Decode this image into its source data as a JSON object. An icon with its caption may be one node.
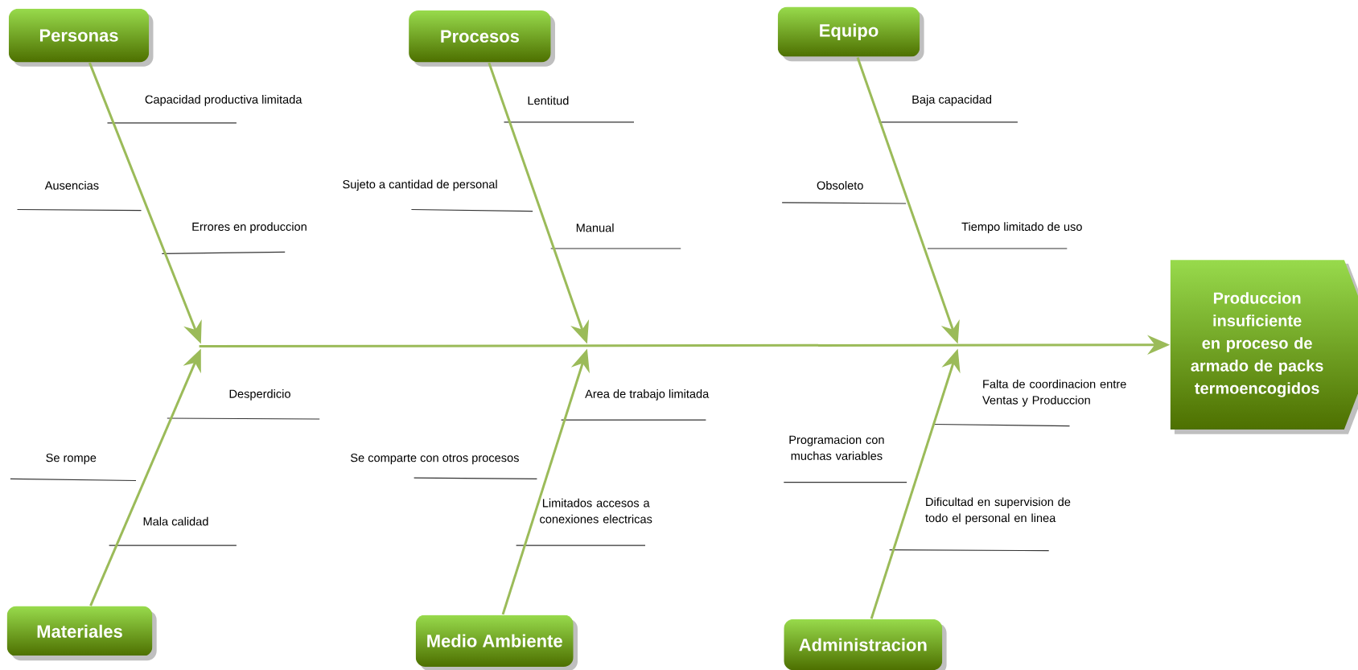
{
  "diagram": {
    "nodes": [
      {
        "text": [
          "Personas"
        ]
      },
      {
        "text": [
          "Procesos"
        ]
      },
      {
        "text": [
          "Equipo"
        ]
      },
      {
        "text": [
          "Materiales"
        ]
      },
      {
        "text": [
          "Medio Ambiente"
        ]
      },
      {
        "text": [
          "Administracion"
        ]
      },
      {
        "text": [
          "Produccion insuficiente en proceso de armado de packs termoencogidos"
        ]
      }
    ],
    "edges": [
      {
        "from": 0,
        "to": null,
        "arrow": "to"
      },
      {
        "from": 1,
        "to": null,
        "arrow": "to"
      },
      {
        "from": 2,
        "to": null,
        "arrow": "to"
      },
      {
        "from": 3,
        "to": null,
        "arrow": "to"
      },
      {
        "from": 4,
        "to": null,
        "arrow": "to"
      },
      {
        "from": 5,
        "to": null,
        "arrow": "to"
      },
      {
        "from": null,
        "to": 6,
        "arrow": "to"
      }
    ],
    "labels": [
      "Capacidad productiva limitada",
      "Lentitud",
      "Baja capacidad",
      "Ausencias",
      "Sujeto a cantidad de personal",
      "Obsoleto",
      "Errores en produccion",
      "Manual",
      "Tiempo limitado de uso",
      "Falta de coordinacion entre Ventas y Produccion",
      "Desperdicio",
      "Area de trabajo limitada",
      "Programacion con muchas variables",
      "Se rompe",
      "Se comparte con otros procesos",
      "Limitados accesos a conexiones electricas",
      "Dificultad en supervision de todo el personal en linea",
      "Mala calidad"
    ]
  }
}
